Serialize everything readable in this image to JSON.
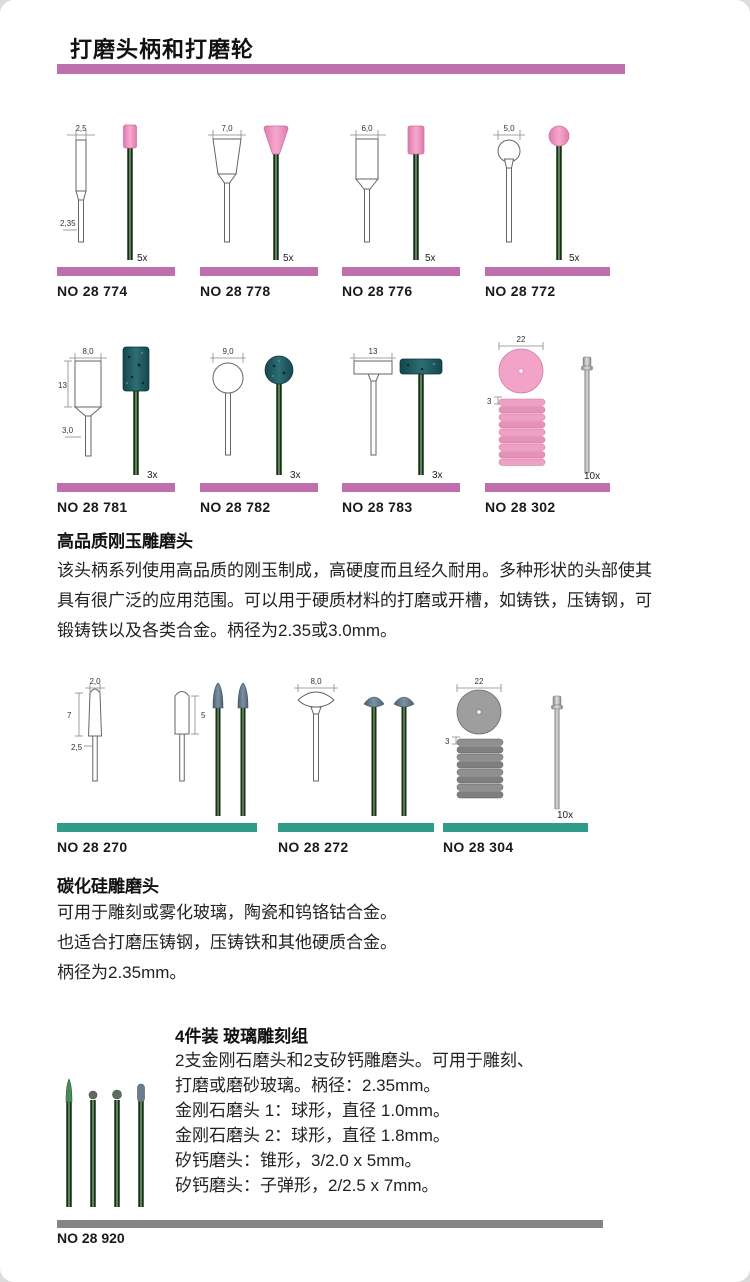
{
  "page": {
    "title": "打磨头柄和打磨轮"
  },
  "colors": {
    "pink_bar": "#c06fae",
    "teal_bar": "#2f9c8a",
    "grey_bar": "#858585",
    "pink_tip": "#f0a0c4",
    "teal_head": "#1c555c"
  },
  "products": {
    "p774": {
      "number": "NO 28 774",
      "dim_top": "2,5",
      "dim_shank": "2,35",
      "qty": "5x"
    },
    "p778": {
      "number": "NO 28 778",
      "dim_top": "7,0",
      "qty": "5x"
    },
    "p776": {
      "number": "NO 28 776",
      "dim_top": "6,0",
      "qty": "5x"
    },
    "p772": {
      "number": "NO 28 772",
      "dim_top": "5,0",
      "qty": "5x"
    },
    "p781": {
      "number": "NO 28 781",
      "dim_top": "8,0",
      "dim_side": "13",
      "dim_shank": "3,0",
      "qty": "3x"
    },
    "p782": {
      "number": "NO 28 782",
      "dim_top": "9,0",
      "qty": "3x"
    },
    "p783": {
      "number": "NO 28 783",
      "dim_top": "13",
      "qty": "3x"
    },
    "p302": {
      "number": "NO 28 302",
      "dim_top": "22",
      "dim_side": "3",
      "qty": "10x"
    },
    "p270": {
      "number": "NO 28 270",
      "dim_top": "2,0",
      "dim_side": "7",
      "dim_bottom": "2,5",
      "dim_right": "5"
    },
    "p272": {
      "number": "NO 28 272",
      "dim_top": "8,0"
    },
    "p304": {
      "number": "NO 28 304",
      "dim_top": "22",
      "dim_side": "3",
      "qty": "10x"
    },
    "p920": {
      "number": "NO 28 920"
    }
  },
  "sections": {
    "corundum": {
      "heading": "高品质刚玉雕磨头",
      "body": "该头柄系列使用高品质的刚玉制成，高硬度而且经久耐用。多种形状的头部使其具有很广泛的应用范围。可以用于硬质材料的打磨或开槽，如铸铁，压铸钢，可锻铸铁以及各类合金。柄径为2.35或3.0mm。"
    },
    "carbide": {
      "heading": "碳化硅雕磨头",
      "lines": [
        "可用于雕刻或雾化玻璃，陶瓷和钨铬钴合金。",
        "也适合打磨压铸钢，压铸铁和其他硬质合金。",
        "柄径为2.35mm。"
      ]
    },
    "kit": {
      "heading": "4件装 玻璃雕刻组",
      "lines": [
        "2支金刚石磨头和2支矽钙雕磨头。可用于雕刻、",
        "打磨或磨砂玻璃。柄径：2.35mm。",
        "金刚石磨头 1：球形，直径 1.0mm。",
        "金刚石磨头 2：球形，直径 1.8mm。",
        "矽钙磨头：锥形，3/2.0 x 5mm。",
        "矽钙磨头：子弹形，2/2.5 x 7mm。"
      ]
    }
  }
}
